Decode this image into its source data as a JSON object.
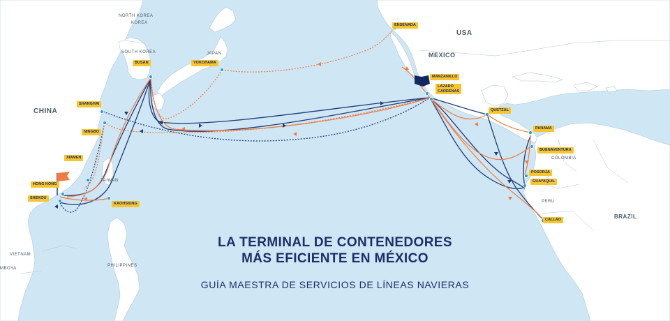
{
  "headline": {
    "line1": "LA TERMINAL DE CONTENEDORES",
    "line2": "MÁS EFICIENTE EN MÉXICO",
    "subtitle": "GUÍA MAESTRA DE SERVICIOS DE LÍNEAS NAVIERAS"
  },
  "countries": {
    "north_korea": "NORTH KOREA",
    "korea": "KOREA",
    "south_korea": "SOUTH KOREA",
    "japan": "JAPAN",
    "china": "CHINA",
    "taiwan": "TAIWAN",
    "vietnam": "VIETNAM",
    "cambodia": "MBOYA",
    "philippines": "PHILIPPINES",
    "usa": "USA",
    "mexico": "MEXICO",
    "colombia": "COLOMBIA",
    "peru": "PERU",
    "brazil": "BRAZIL"
  },
  "ports": {
    "busan": "BUSAN",
    "yokohama": "YOKOHAMA",
    "shanghai": "SHANGHAI",
    "ningbo": "NINGBO",
    "xiamen": "XIAMEN",
    "hong_kong": "HONG KONG",
    "shekou": "SHEKOU",
    "kaohsiung": "KAOHSIUNG",
    "ensenada": "ENSENADA",
    "manzanillo": "MANZANILLO",
    "lazaro_line1": "LAZARO",
    "lazaro_line2": "CARDENAS",
    "quetzal": "QUETZAL",
    "panama": "PANAMA",
    "buenaventura": "BUENAVENTURA",
    "posorja": "POSORJA",
    "guayaquil": "GUAYAQUIL",
    "callao": "CALLAO"
  },
  "colors": {
    "ocean": "#cfe6f4",
    "land": "#ffffff",
    "border": "#b4c7d6",
    "route_navy": "#1f3c79",
    "route_orange": "#f07b3f",
    "label_bg": "#f7c62f",
    "title": "#1b2f6b",
    "port_dot": "#2a9fd8"
  }
}
